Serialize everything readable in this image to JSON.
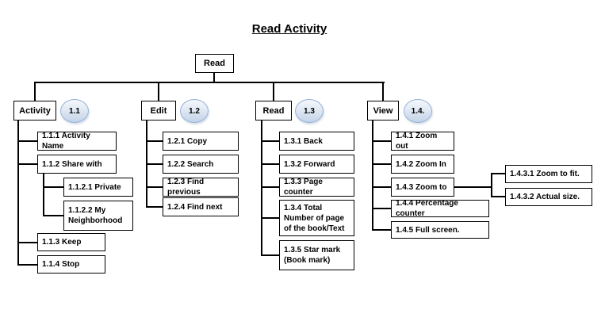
{
  "title": "Read Activity",
  "root": {
    "label": "Read"
  },
  "branches": [
    {
      "label": "Activity",
      "badge": "1.1",
      "children": [
        {
          "label": "1.1.1 Activity Name"
        },
        {
          "label": "1.1.2 Share with",
          "children": [
            {
              "label": "1.1.2.1 Private"
            },
            {
              "label": "1.1.2.2 My Neighborhood"
            }
          ]
        },
        {
          "label": "1.1.3 Keep"
        },
        {
          "label": "1.1.4 Stop"
        }
      ]
    },
    {
      "label": "Edit",
      "badge": "1.2",
      "children": [
        {
          "label": "1.2.1 Copy"
        },
        {
          "label": "1.2.2 Search"
        },
        {
          "label": "1.2.3 Find previous"
        },
        {
          "label": "1.2.4 Find next"
        }
      ]
    },
    {
      "label": "Read",
      "badge": "1.3",
      "children": [
        {
          "label": "1.3.1 Back"
        },
        {
          "label": "1.3.2 Forward"
        },
        {
          "label": "1.3.3 Page counter"
        },
        {
          "label": "1.3.4 Total Number of page of the book/Text"
        },
        {
          "label": "1.3.5 Star mark (Book mark)"
        }
      ]
    },
    {
      "label": "View",
      "badge": "1.4.",
      "children": [
        {
          "label": "1.4.1 Zoom out"
        },
        {
          "label": "1.4.2 Zoom In"
        },
        {
          "label": "1.4.3 Zoom to",
          "children": [
            {
              "label": "1.4.3.1 Zoom to fit."
            },
            {
              "label": "1.4.3.2 Actual size."
            }
          ]
        },
        {
          "label": "1.4.4 Percentage counter"
        },
        {
          "label": "1.4.5 Full screen."
        }
      ]
    }
  ],
  "colors": {
    "badge_fill": "#dbe5f1",
    "badge_border": "#95b3d7",
    "box_border": "#000000",
    "connector": "#000000",
    "text": "#000000",
    "background": "#ffffff"
  }
}
